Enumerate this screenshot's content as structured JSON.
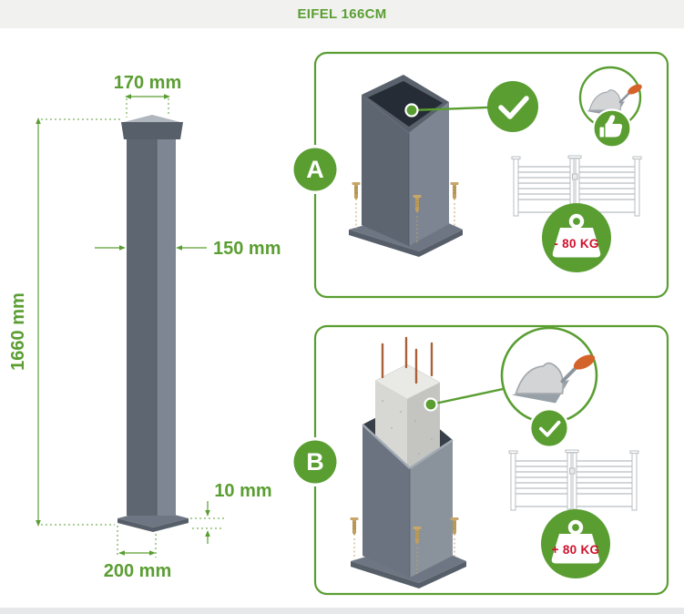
{
  "header": {
    "title": "EIFEL 166CM"
  },
  "diagram": {
    "top_width": "170 mm",
    "profile_width": "150 mm",
    "height": "1660 mm",
    "base_thickness": "10 mm",
    "base_width": "200 mm"
  },
  "options": {
    "a": {
      "label": "A",
      "weight_capacity": "- 80 KG",
      "icons": [
        "checkmark-icon",
        "trowel-icon",
        "thumbs-up-icon",
        "gate-icon",
        "weight-icon"
      ]
    },
    "b": {
      "label": "B",
      "weight_capacity": "+ 80 KG",
      "icons": [
        "trowel-icon",
        "checkmark-icon",
        "gate-icon",
        "weight-icon"
      ]
    }
  },
  "colors": {
    "accent_green": "#5a9e32",
    "alert_red": "#d0112b",
    "post_gray_front": "#5e6671",
    "post_gray_side": "#7d8692",
    "concrete_gray": "#d7d7d3",
    "header_background": "#f1f1ef"
  }
}
